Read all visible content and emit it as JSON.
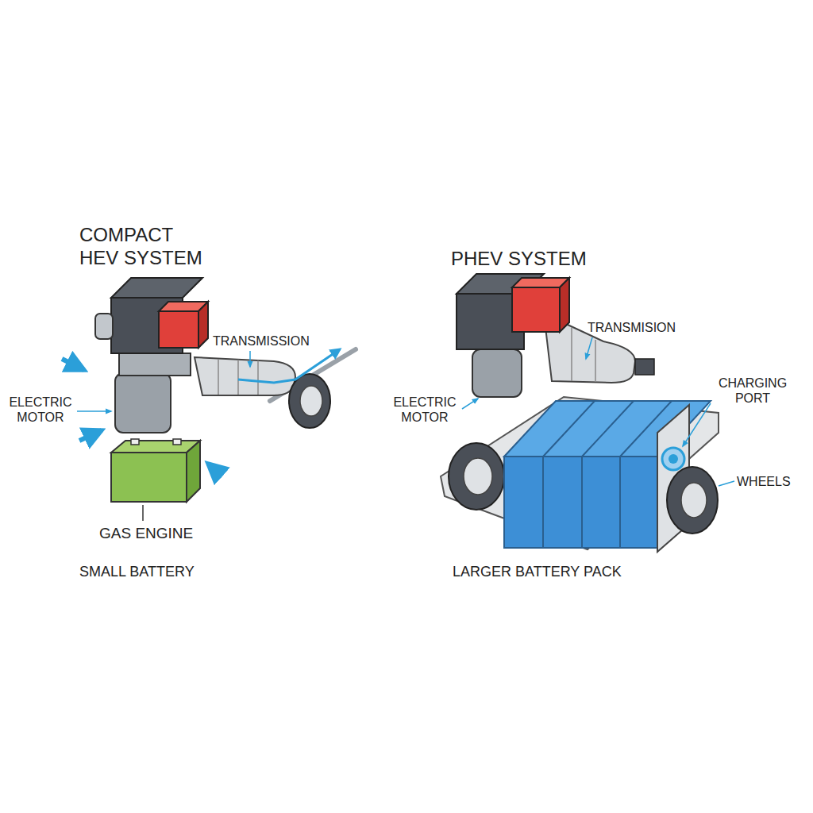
{
  "diagram": {
    "labels": [
      "COMPACT HEV SYSTEM",
      "TRANSMISSION",
      "ELECTRIC MOTOR",
      "GAS ENGINE",
      "SMALL BATTERY",
      "PHEV SYSTEM",
      "TRANSMISION",
      "ELECTRIC MOTOR",
      "CHARGING PORT",
      "WHEELS",
      "LARGER BATTERY PACK"
    ]
  }
}
